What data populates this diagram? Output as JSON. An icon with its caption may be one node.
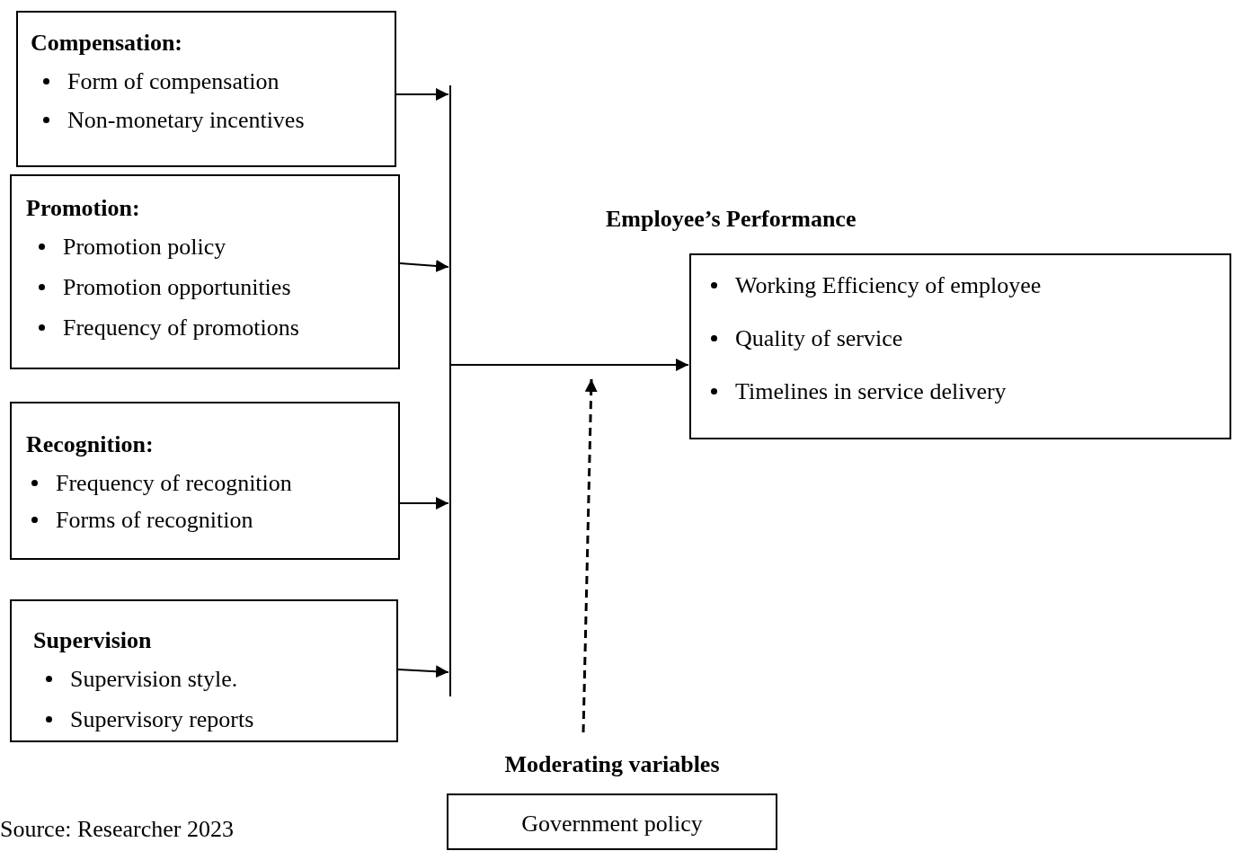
{
  "diagram": {
    "nodes": [
      {
        "text": [
          "Compensation:",
          "Form of compensation",
          "Non-monetary incentives"
        ]
      },
      {
        "text": [
          "Promotion:",
          "Promotion policy",
          "Promotion opportunities",
          "Frequency of promotions"
        ]
      },
      {
        "text": [
          "Recognition:",
          "Frequency of recognition",
          "Forms of recognition"
        ]
      },
      {
        "text": [
          "Supervision",
          "Supervision style.",
          "Supervisory reports"
        ]
      },
      {
        "text": [],
        "shape": "bar"
      },
      {
        "text": [
          "Employee’s Performance",
          "Working Efficiency of employee",
          "Quality of service",
          "Timelines in service delivery"
        ]
      },
      {
        "text": [
          "Moderating variables",
          "Government policy"
        ]
      }
    ],
    "edges": [
      {
        "from": 0,
        "to": 4,
        "arrow": "to"
      },
      {
        "from": 1,
        "to": 4,
        "arrow": "to"
      },
      {
        "from": 2,
        "to": 4,
        "arrow": "to"
      },
      {
        "from": 3,
        "to": 4,
        "arrow": "to"
      },
      {
        "from": 4,
        "to": 5,
        "arrow": "to"
      },
      {
        "from": 6,
        "to": 5,
        "arrow": "to",
        "style": "dashed"
      }
    ],
    "labels": [
      "Source: Researcher 2023"
    ]
  }
}
